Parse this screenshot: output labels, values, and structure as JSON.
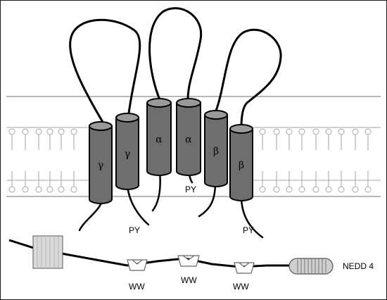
{
  "subunits": [
    {
      "label": "γ"
    },
    {
      "label": "γ"
    },
    {
      "label": "α"
    },
    {
      "label": "α"
    },
    {
      "label": "β"
    },
    {
      "label": "β"
    }
  ],
  "py_motifs": [
    {
      "label": "PY"
    },
    {
      "label": "PY"
    },
    {
      "label": "PY"
    }
  ],
  "ww_domains": [
    {
      "label": "WW"
    },
    {
      "label": "WW"
    },
    {
      "label": "WW"
    }
  ],
  "nedd4_label": "NEDD 4",
  "colors": {
    "helix_fill": "#6e6e6e",
    "helix_cap": "#9a9a9a",
    "outline": "#000000",
    "membrane_line": "#8c8c8c",
    "lipid": "#a6a6a6"
  }
}
